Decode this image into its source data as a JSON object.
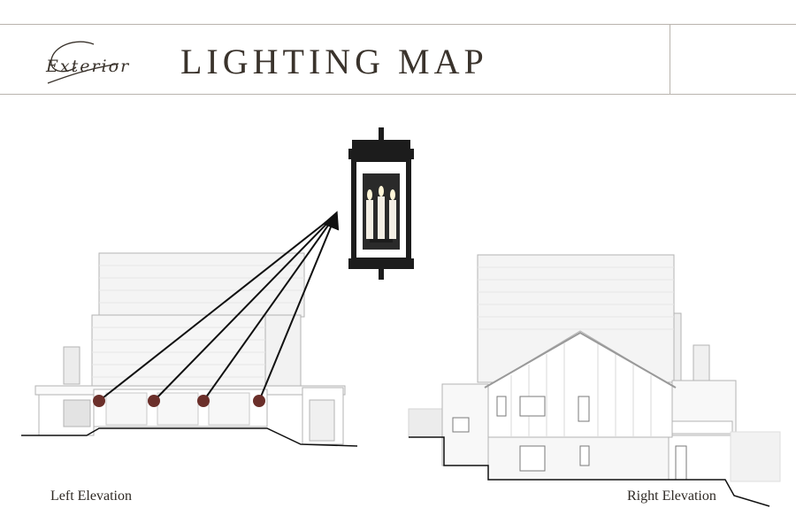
{
  "header": {
    "script_word": "Exterior",
    "title": "LIGHTING MAP"
  },
  "captions": {
    "left": "Left Elevation",
    "right": "Right Elevation"
  },
  "colors": {
    "marker": "#6b2f2a",
    "line": "#1a1a1a",
    "fixture": "#1c1c1c",
    "text": "#3a332c"
  },
  "icons": {
    "fixture": "wall-lantern-icon",
    "marker": "light-marker-dot"
  }
}
